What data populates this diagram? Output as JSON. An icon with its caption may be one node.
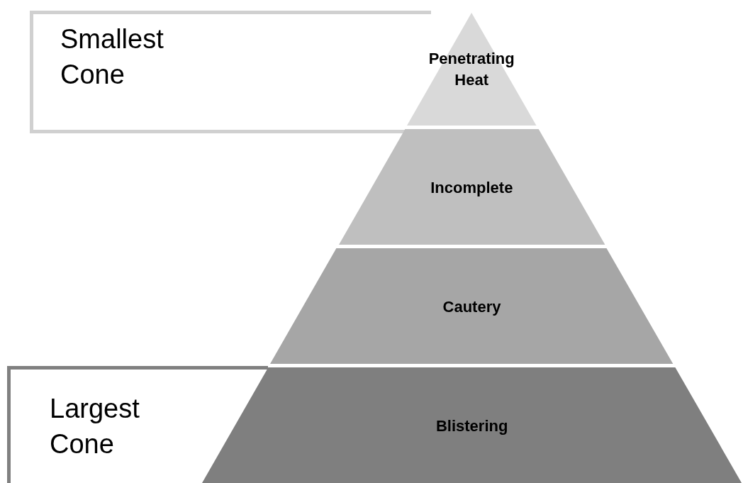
{
  "diagram": {
    "nodes": [
      {
        "text": [
          "Smallest Cone"
        ]
      },
      {
        "text": [
          "Penetrating Heat"
        ]
      },
      {
        "text": [
          "Incomplete"
        ]
      },
      {
        "text": [
          "Cautery"
        ]
      },
      {
        "text": [
          "Largest Cone"
        ]
      },
      {
        "text": [
          "Blistering"
        ]
      }
    ]
  }
}
